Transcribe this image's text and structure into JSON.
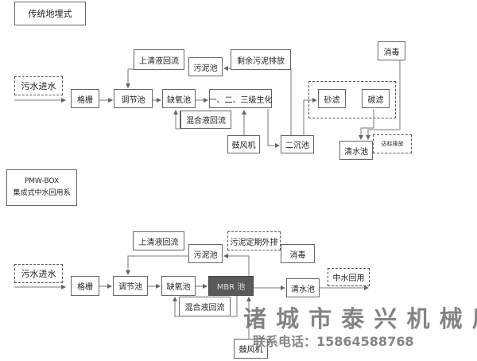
{
  "traditional": {
    "title": "传统地埋式",
    "inlet": "污水进水",
    "screen": "格栅",
    "equalization": "调节池",
    "anoxic": "缺氧池",
    "bio": "一、二、三级生化",
    "supernatant": "上清液回流",
    "sludge_tank": "污泥池",
    "excess_sludge": "剩余污泥排放",
    "mixed_reflux": "混合液回流",
    "blower": "鼓风机",
    "secondary": "二沉池",
    "sand_filter": "砂滤",
    "carbon_filter": "碳滤",
    "disinfection": "消毒",
    "clear_tank": "清水池",
    "discharge": "达标排放"
  },
  "pmw": {
    "title_line1": "PMW-BOX",
    "title_line2": "集成式中水回用系",
    "inlet": "污水进水",
    "screen": "格栅",
    "equalization": "调节池",
    "anoxic": "缺氧池",
    "mbr": "MBR 池",
    "supernatant": "上清液回流",
    "sludge_tank": "污泥池",
    "sludge_discharge": "污泥定期外排",
    "disinfection": "消毒",
    "mixed_reflux": "混合液回流",
    "blower": "鼓风机",
    "clear_tank": "清水池",
    "reuse": "中水回用"
  },
  "watermark": {
    "company": "诸 城 市 泰 兴 机 械 厂",
    "phone": "联系电话：15864588768"
  }
}
